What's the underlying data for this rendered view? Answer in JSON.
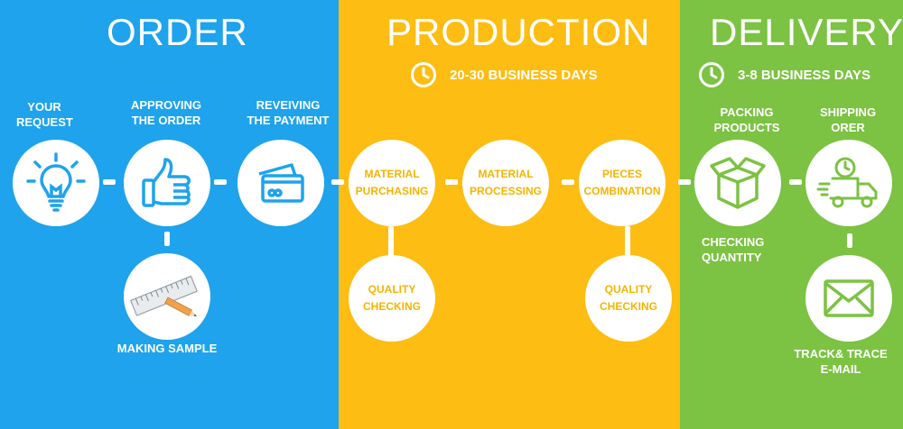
{
  "colors": {
    "order": "#1ea3ec",
    "production": "#fdbd12",
    "delivery": "#7cc243",
    "text_yellow": "#f4b400"
  },
  "order": {
    "title": "ORDER",
    "your_request": [
      "YOUR",
      "REQUEST"
    ],
    "approving": [
      "APPROVING",
      "THE ORDER"
    ],
    "payment": [
      "REVEIVING",
      "THE  PAYMENT"
    ],
    "sample": "MAKING  SAMPLE"
  },
  "production": {
    "title": "PRODUCTION",
    "days": "20-30 BUSINESS DAYS",
    "material_purchasing": [
      "MATERIAL",
      "PURCHASING"
    ],
    "material_processing": [
      "MATERIAL",
      "PROCESSING"
    ],
    "pieces_combination": [
      "PIECES",
      "COMBINATION"
    ],
    "quality_1": [
      "QUALITY",
      "CHECKING"
    ],
    "quality_2": [
      "QUALITY",
      "CHECKING"
    ]
  },
  "delivery": {
    "title": "DELIVERY",
    "days": "3-8 BUSINESS DAYS",
    "packing": [
      "PACKING",
      "PRODUCTS"
    ],
    "shipping": [
      "SHIPPING",
      "ORER"
    ],
    "checking_quantity": [
      "CHECKING",
      "QUANTITY"
    ],
    "track": [
      "TRACK& TRACE",
      "E-MAIL"
    ]
  },
  "icons": [
    "lightbulb-icon",
    "thumbs-up-icon",
    "credit-card-icon",
    "ruler-pencil-icon",
    "clock-icon",
    "box-icon",
    "delivery-truck-icon",
    "envelope-icon"
  ]
}
